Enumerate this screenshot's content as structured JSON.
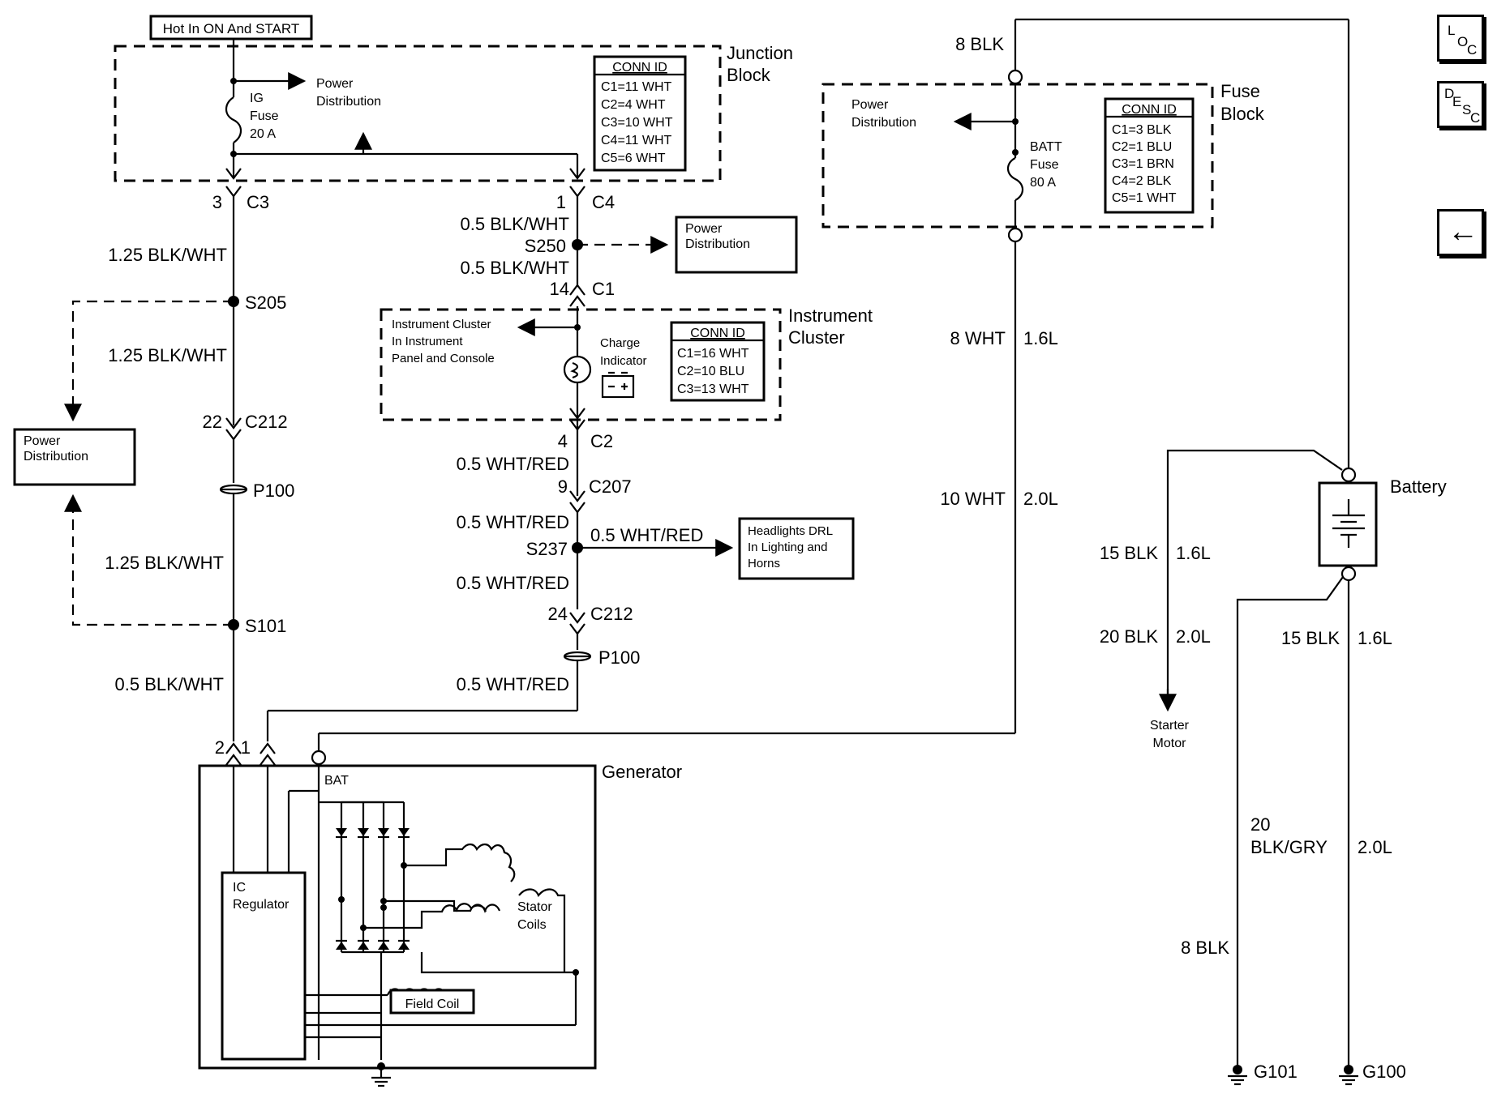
{
  "header": {
    "hot_label": "Hot In ON And START"
  },
  "nav": {
    "loc": [
      "L",
      "O",
      "C"
    ],
    "desc": [
      "D",
      "E",
      "S",
      "C"
    ],
    "back_glyph": "←"
  },
  "junction_block": {
    "title_line1": "Junction",
    "title_line2": "Block",
    "fuse_name": "IG",
    "fuse_word": "Fuse",
    "fuse_rating": "20 A",
    "power_dist_line1": "Power",
    "power_dist_line2": "Distribution",
    "conn_id_title": "CONN ID",
    "conn_ids": [
      "C1=11 WHT",
      "C2=4 WHT",
      "C3=10 WHT",
      "C4=11 WHT",
      "C5=6 WHT"
    ]
  },
  "fuse_block": {
    "title_line1": "Fuse",
    "title_line2": "Block",
    "power_dist_line1": "Power",
    "power_dist_line2": "Distribution",
    "fuse_name": "BATT",
    "fuse_word": "Fuse",
    "fuse_rating": "80 A",
    "conn_id_title": "CONN ID",
    "conn_ids": [
      "C1=3 BLK",
      "C2=1 BLU",
      "C3=1 BRN",
      "C4=2 BLK",
      "C5=1 WHT"
    ]
  },
  "instrument_cluster": {
    "title_line1": "Instrument",
    "title_line2": "Cluster",
    "location_line1": "Instrument Cluster",
    "location_line2": "In Instrument",
    "location_line3": "Panel and Console",
    "indicator_line1": "Charge",
    "indicator_line2": "Indicator",
    "conn_id_title": "CONN ID",
    "conn_ids": [
      "C1=16 WHT",
      "C2=10 BLU",
      "C3=13 WHT"
    ]
  },
  "left_circuit": {
    "c3_pin": "3",
    "c3": "C3",
    "wire1": "1.25 BLK/WHT",
    "s205": "S205",
    "wire2": "1.25 BLK/WHT",
    "c212_pin": "22",
    "c212": "C212",
    "p100": "P100",
    "wire3": "1.25 BLK/WHT",
    "s101": "S101",
    "wire4": "0.5 BLK/WHT",
    "power_dist_line1": "Power",
    "power_dist_line2": "Distribution"
  },
  "middle_circuit": {
    "c4_pin": "1",
    "c4": "C4",
    "wire1": "0.5 BLK/WHT",
    "s250": "S250",
    "wire2": "0.5 BLK/WHT",
    "c1_pin": "14",
    "c1": "C1",
    "power_dist_line1": "Power",
    "power_dist_line2": "Distribution",
    "c2_pin": "4",
    "c2": "C2",
    "wire3": "0.5 WHT/RED",
    "c207_pin": "9",
    "c207": "C207",
    "wire4": "0.5 WHT/RED",
    "s237": "S237",
    "branch_wire": "0.5 WHT/RED",
    "headlights_line1": "Headlights DRL",
    "headlights_line2": "In Lighting and",
    "headlights_line3": "Horns",
    "wire5": "0.5 WHT/RED",
    "c212_pin": "24",
    "c212": "C212",
    "p100": "P100",
    "wire6": "0.5 WHT/RED"
  },
  "right_circuit": {
    "top_wire": "8 BLK",
    "wire_8wht": "8 WHT",
    "wire_8wht_size": "1.6L",
    "wire_10wht": "10 WHT",
    "wire_10wht_size": "2.0L"
  },
  "battery_circuit": {
    "battery": "Battery",
    "wire_15blk_a": "15 BLK",
    "wire_15blk_a_size": "1.6L",
    "wire_20blk": "20 BLK",
    "wire_20blk_size": "2.0L",
    "starter_line1": "Starter",
    "starter_line2": "Motor",
    "wire_15blk_b": "15 BLK",
    "wire_15blk_b_size": "1.6L",
    "wire_20blkgry_line1": "20",
    "wire_20blkgry_line2": "BLK/GRY",
    "wire_20blkgry_size": "2.0L",
    "wire_8blk": "8 BLK",
    "g101": "G101",
    "g100": "G100"
  },
  "generator": {
    "title": "Generator",
    "pin2": "2",
    "pin1": "1",
    "bat": "BAT",
    "regulator_line1": "IC",
    "regulator_line2": "Regulator",
    "stator_line1": "Stator",
    "stator_line2": "Coils",
    "field_coil": "Field Coil"
  }
}
